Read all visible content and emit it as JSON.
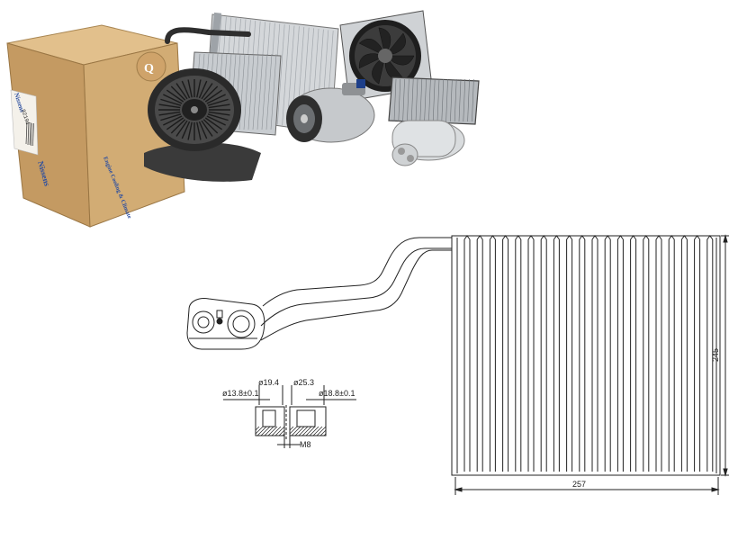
{
  "product_photo": {
    "box_brand": "Nissens",
    "box_slogan": "Engine Cooling & Climate",
    "box_side_text": "Nissens",
    "box_label_code": "92191"
  },
  "drawing": {
    "dimensions": {
      "width": "257",
      "height": "245"
    },
    "fittings": {
      "left_port_outer": "ø19.4",
      "left_port_inner": "ø13.8±0.1",
      "right_port_outer": "ø25.3",
      "right_port_inner": "ø18.8±0.1",
      "thread": "M8"
    }
  },
  "colors": {
    "line": "#222222",
    "box": "#c9a068",
    "brand": "#2b4ea0"
  }
}
